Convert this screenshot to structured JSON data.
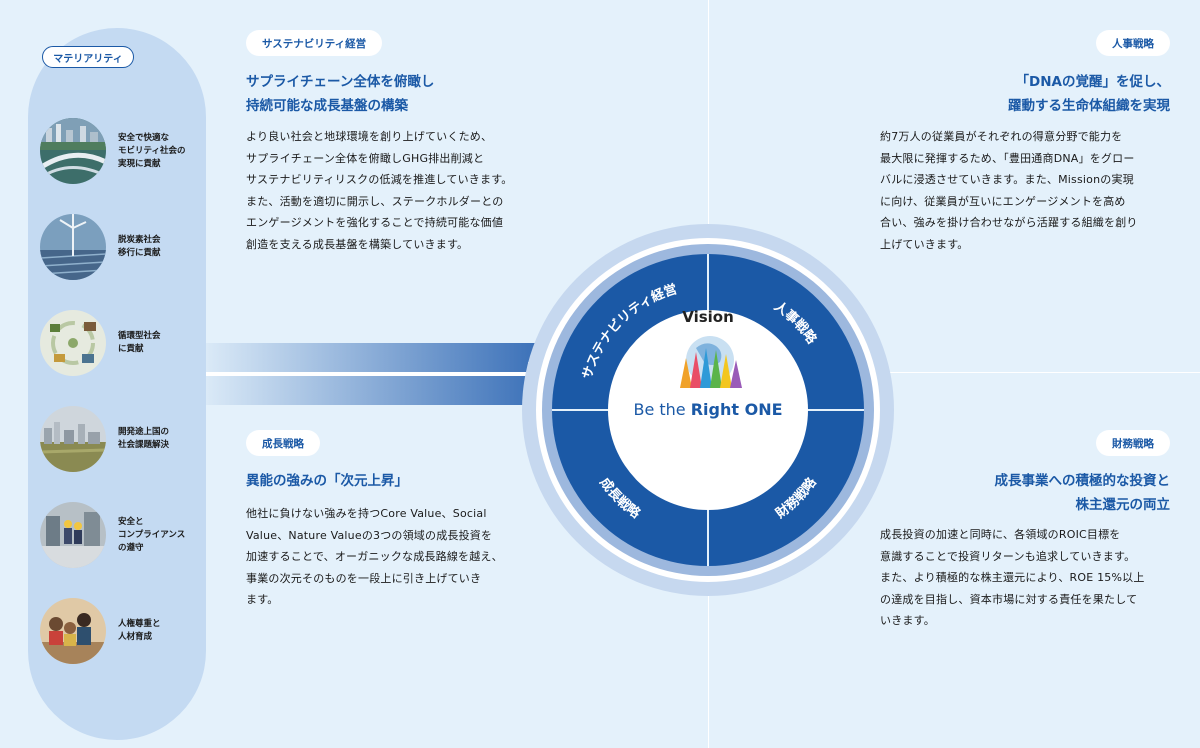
{
  "materiality": {
    "title": "マテリアリティ",
    "items": [
      {
        "label": "安全で快適な\nモビリティ社会の\n実現に貢献",
        "icon": "city-highway-photo"
      },
      {
        "label": "脱炭素社会\n移行に貢献",
        "icon": "wind-turbine-photo"
      },
      {
        "label": "循環型社会\nに貢献",
        "icon": "recycling-photo"
      },
      {
        "label": "開発途上国の\n社会課題解決",
        "icon": "developing-city-photo"
      },
      {
        "label": "安全と\nコンプライアンス\nの遵守",
        "icon": "factory-workers-photo"
      },
      {
        "label": "人権尊重と\n人材育成",
        "icon": "people-meeting-photo"
      }
    ]
  },
  "sustainability": {
    "tag": "サステナビリティ経営",
    "heading": "サプライチェーン全体を俯瞰し\n持続可能な成長基盤の構築",
    "lines": [
      "より良い社会と地球環境を創り上げていくため、",
      "サプライチェーン全体を俯瞰しGHG排出削減と",
      "サステナビリティリスクの低減を推進していきます。",
      "また、活動を適切に開示し、ステークホルダーとの",
      "エンゲージメントを強化することで持続可能な価値",
      "創造を支える成長基盤を構築していきます。"
    ]
  },
  "hr": {
    "tag": "人事戦略",
    "heading": "「DNAの覚醒」を促し、\n躍動する生命体組織を実現",
    "lines": [
      "約7万人の従業員がそれぞれの得意分野で能力を",
      "最大限に発揮するため、「豊田通商DNA」をグロー",
      "バルに浸透させていきます。また、Missionの実現",
      "に向け、従業員が互いにエンゲージメントを高め",
      "合い、強みを掛け合わせながら活躍する組織を創り",
      "上げていきます。"
    ]
  },
  "growth": {
    "tag": "成長戦略",
    "heading": "異能の強みの「次元上昇」",
    "lines": [
      "他社に負けない強みを持つCore Value、Social",
      "Value、Nature Valueの3つの領域の成長投資を",
      "加速することで、オーガニックな成長路線を越え、",
      "事業の次元そのものを一段上に引き上げていき",
      "ます。"
    ]
  },
  "finance": {
    "tag": "財務戦略",
    "heading": "成長事業への積極的な投資と\n株主還元の両立",
    "lines": [
      "成長投資の加速と同時に、各領域のROIC目標を",
      "意識することで投資リターンも追求していきます。",
      "また、より積極的な株主還元により、ROE 15%以上",
      "の達成を目指し、資本市場に対する責任を果たして",
      "いきます。"
    ]
  },
  "circle": {
    "quadrants": [
      "サステナビリティ経営",
      "人事戦略",
      "成長戦略",
      "財務戦略"
    ],
    "center_title": "Vision",
    "logo_prefix": "Be the ",
    "logo_emphasis": "Right ONE"
  },
  "colors": {
    "primary": "#1b59a6",
    "light": "#c4daf2",
    "background": "#e4f1fb"
  }
}
